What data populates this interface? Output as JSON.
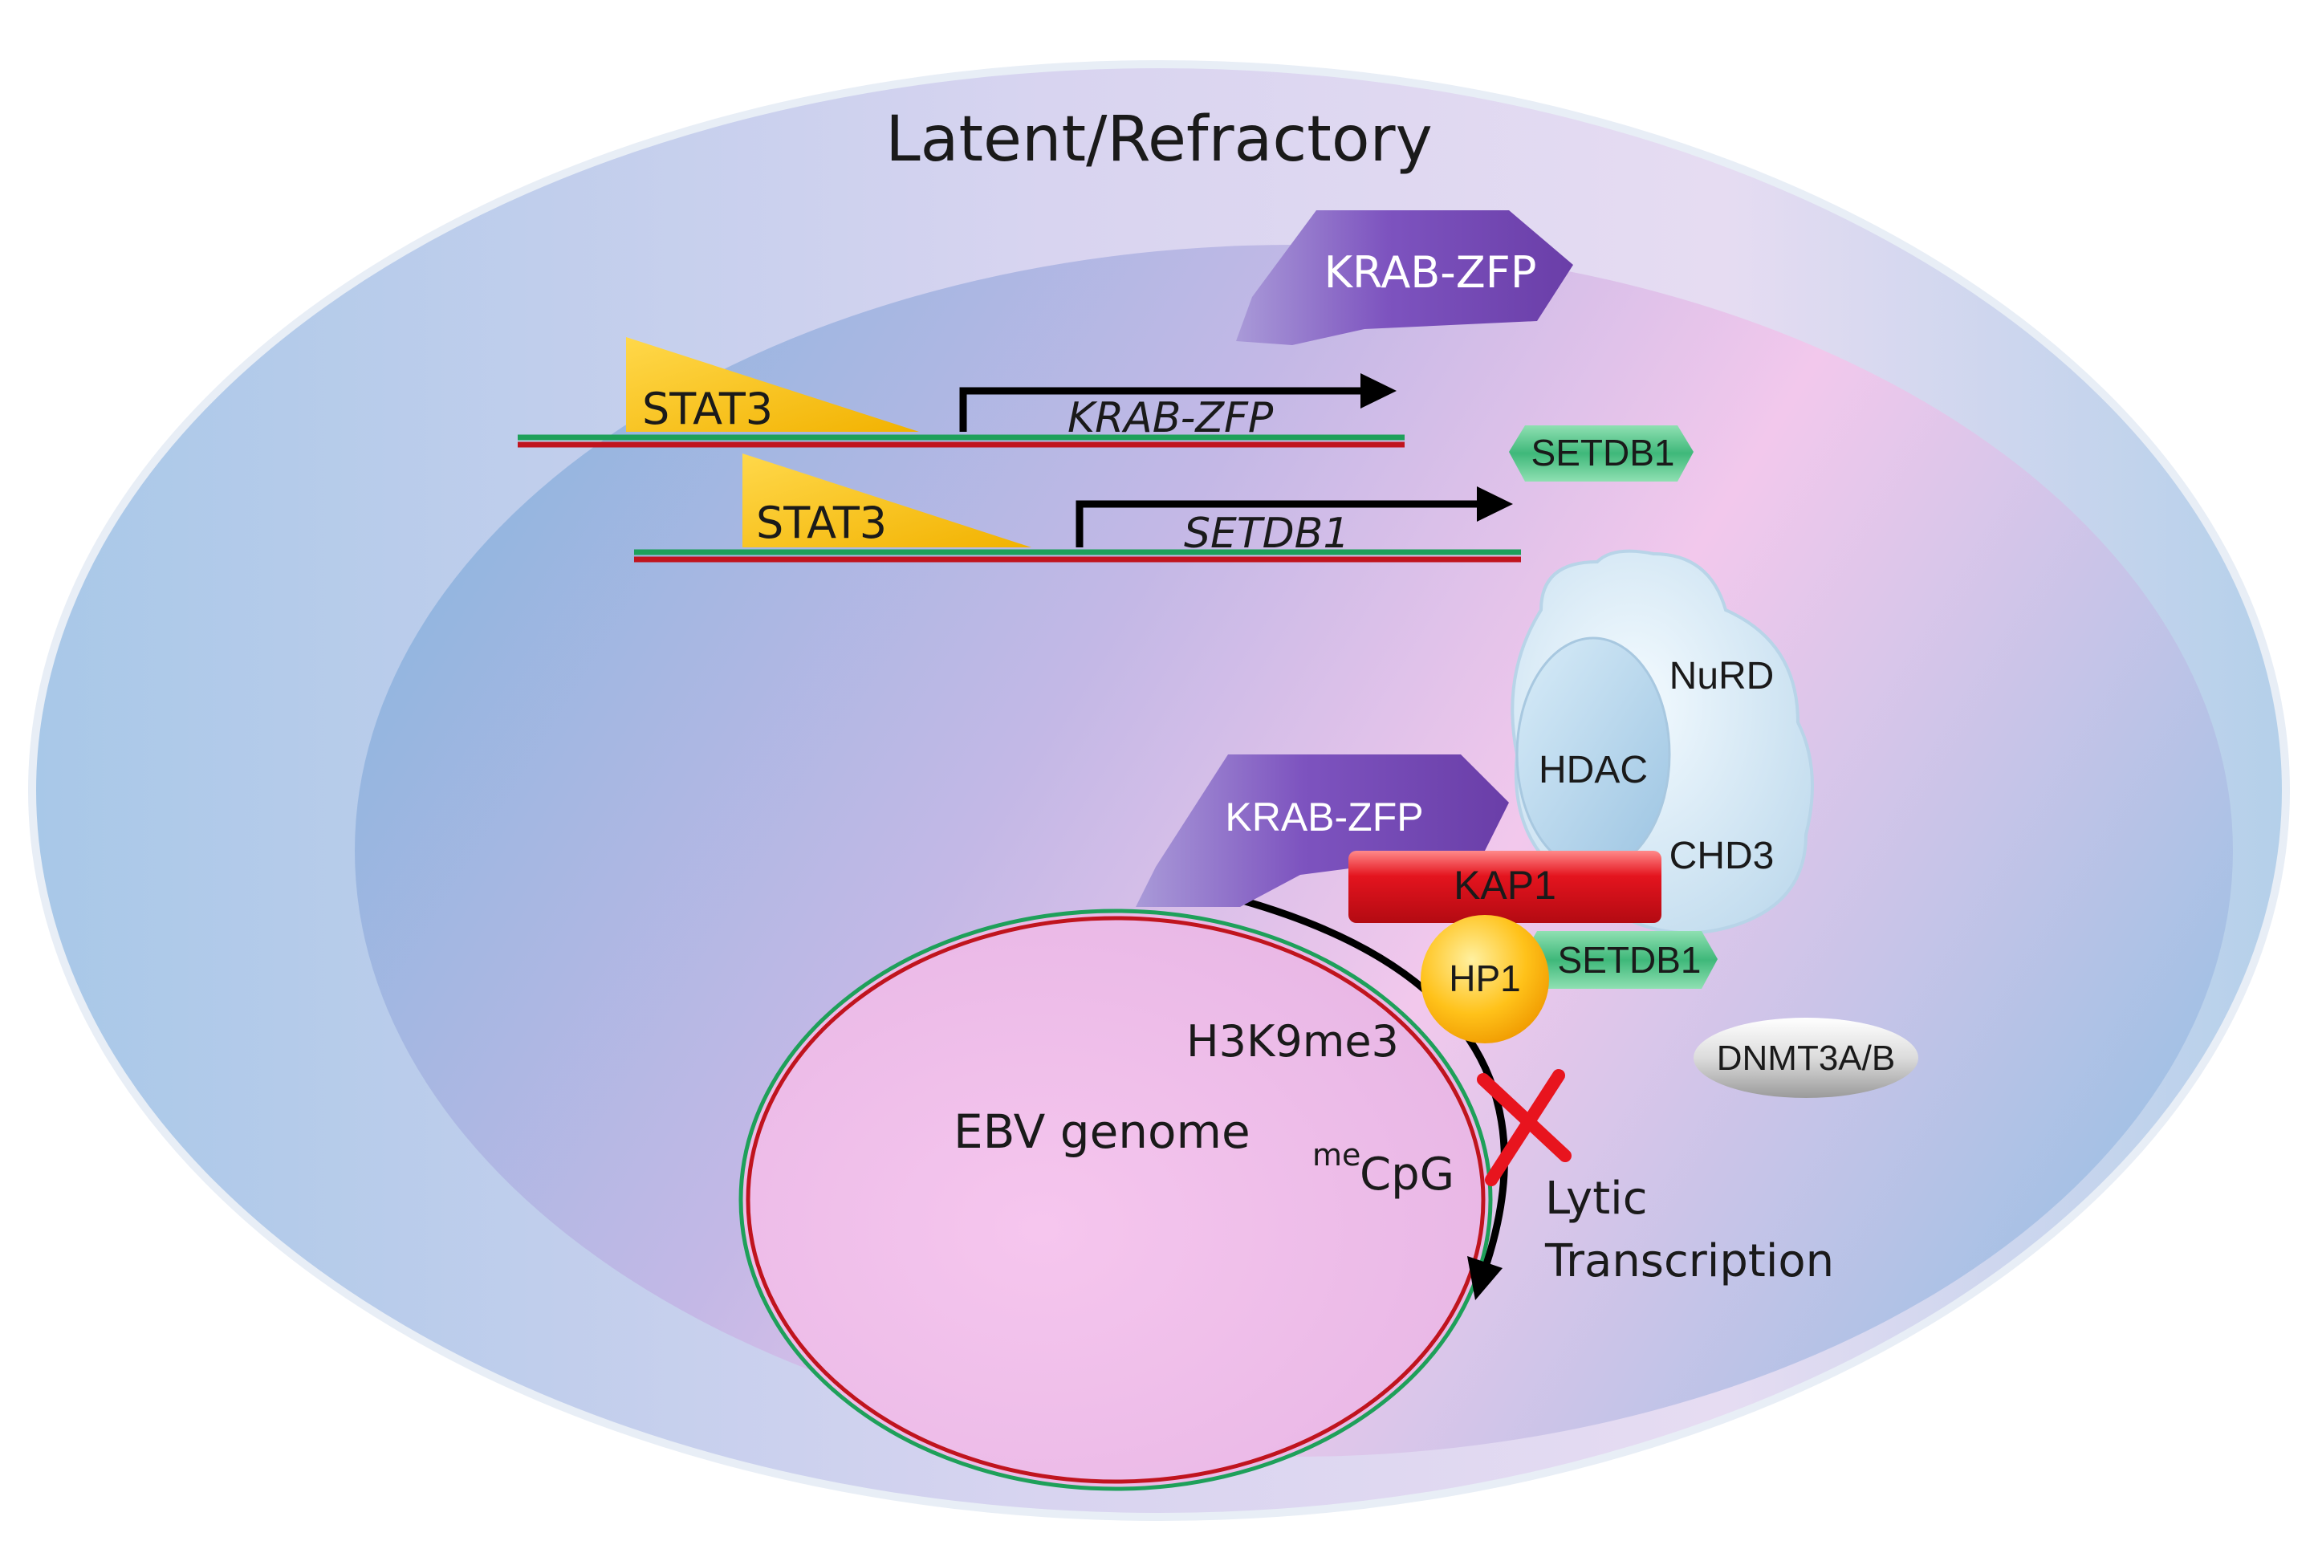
{
  "title": "Latent/Refractory",
  "genes": {
    "gene1": {
      "tf": "STAT3",
      "name": "KRAB-ZFP"
    },
    "gene2": {
      "tf": "STAT3",
      "name": "SETDB1"
    }
  },
  "proteins": {
    "krab_free": "KRAB-ZFP",
    "setdb1_free": "SETDB1",
    "krab_bound": "KRAB-ZFP",
    "kap1": "KAP1",
    "hp1": "HP1",
    "setdb1_bound": "SETDB1",
    "hdac": "HDAC",
    "nurd": "NuRD",
    "chd3": "CHD3",
    "dnmt": "DNMT3A/B"
  },
  "genome": {
    "label": "EBV genome",
    "h3k9": "H3K9me3",
    "cpg_super": "me",
    "cpg": "CpG",
    "lytic_line1": "Lytic",
    "lytic_line2": "Transcription"
  },
  "colors": {
    "dna_green": "#1ea05a",
    "dna_red": "#c0141e",
    "stat3": "#f5b800",
    "krab": "#7b4fb6",
    "setdb1": "#3fb87a",
    "kap1": "#e0141e",
    "hp1": "#ffc21a",
    "block_x": "#e8141e"
  }
}
